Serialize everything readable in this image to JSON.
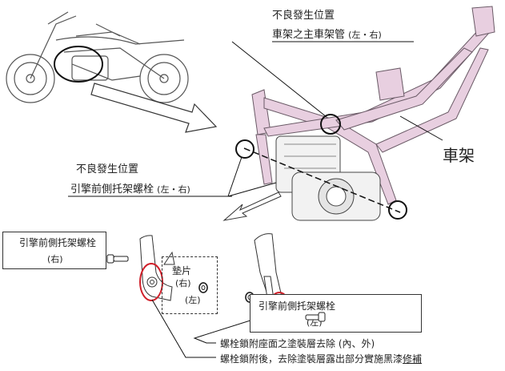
{
  "top_callout": {
    "title": "不良發生位置",
    "part": "車架之主車架管",
    "side": "(左・右)"
  },
  "frame_label": "車架",
  "left_callout": {
    "title": "不良發生位置",
    "part": "引擎前側托架螺栓",
    "side": "(左・右)"
  },
  "right_bolt_box": {
    "label": "引擎前側托架螺栓",
    "side": "(右)"
  },
  "washer_box": {
    "label": "墊片",
    "right": "(右)",
    "left": "(左)"
  },
  "left_bolt_box": {
    "label": "引擎前側托架螺栓",
    "side": "(左)"
  },
  "notes": [
    "螺栓鎖附座面之塗裝層去除 (內、外)",
    "螺栓鎖附後，去除塗裝層露出部分實施黑漆",
    "修補"
  ],
  "colors": {
    "frame": "#e8cfe0",
    "highlight": "#d0202a",
    "line": "#222222"
  }
}
